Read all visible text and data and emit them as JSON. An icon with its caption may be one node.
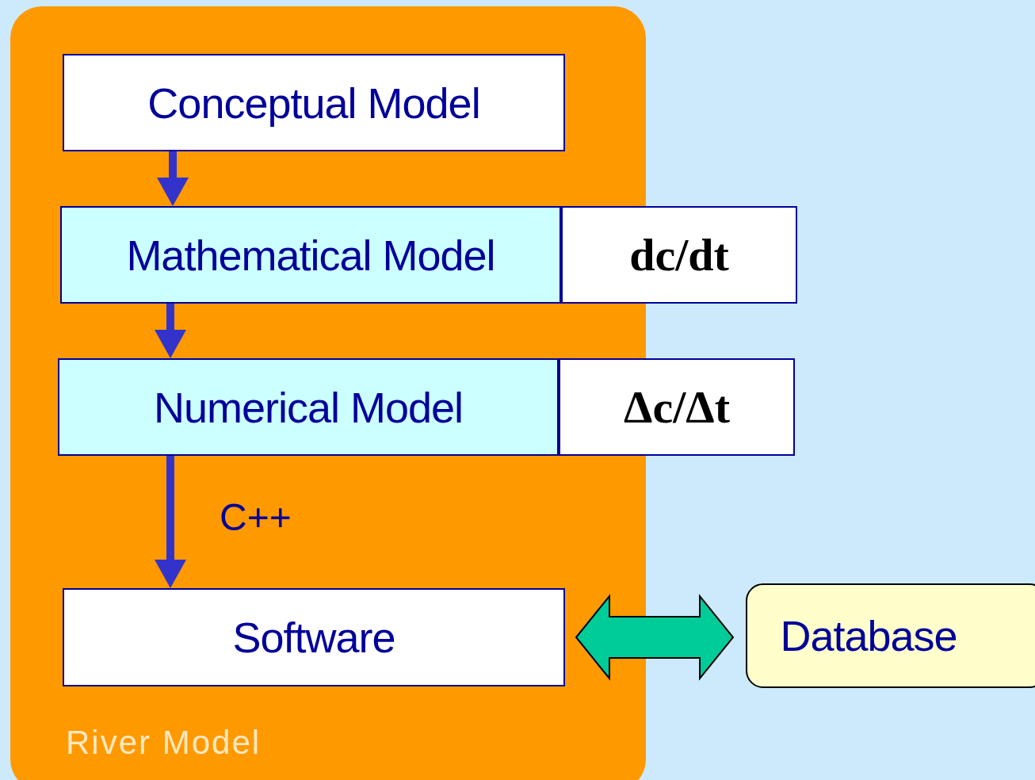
{
  "diagram": {
    "nodes": [
      {
        "text": [
          "River Model"
        ]
      },
      {
        "text": [
          "Conceptual Model"
        ],
        "in": 0
      },
      {
        "text": [
          "Mathematical Model"
        ],
        "in": 0
      },
      {
        "text": [
          "dc/dt"
        ]
      },
      {
        "text": [
          "Numerical Model"
        ],
        "in": 0
      },
      {
        "text": [
          "Δc/Δt"
        ]
      },
      {
        "text": [
          "Software"
        ],
        "in": 0
      },
      {
        "text": [
          "Database"
        ]
      }
    ],
    "edges": [
      {
        "from": 1,
        "to": 2,
        "arrow": "to"
      },
      {
        "from": 2,
        "to": 4,
        "arrow": "to"
      },
      {
        "from": 4,
        "to": 6,
        "arrow": "to",
        "label": "C++"
      },
      {
        "from": 6,
        "to": 7,
        "arrow": "both",
        "style": "thick",
        "color": "#00cc99"
      }
    ]
  }
}
